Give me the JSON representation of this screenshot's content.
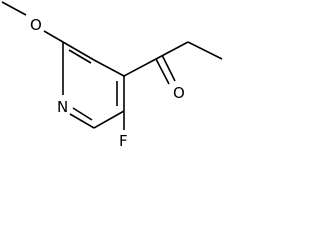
{
  "molecule": {
    "atoms": {
      "nitrogen": "N",
      "oxygen_methoxy": "O",
      "oxygen_carbonyl": "O",
      "fluorine": "F"
    },
    "colors": {
      "bond": "#000000",
      "label": "#000000",
      "background": "#ffffff"
    }
  }
}
